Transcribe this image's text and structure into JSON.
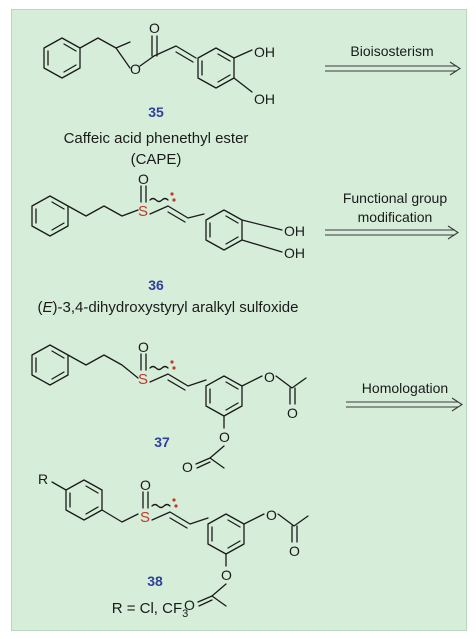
{
  "steps": [
    {
      "label": "Bioisosterism"
    },
    {
      "label_line1": "Functional group",
      "label_line2": "modification"
    },
    {
      "label": "Homologation"
    }
  ],
  "compounds": [
    {
      "number": "35",
      "name_line1": "Caffeic acid phenethyl ester",
      "name_line2": "(CAPE)"
    },
    {
      "number": "36",
      "name_prefix": "(",
      "name_italic": "E",
      "name_rest": ")-3,4-dihydroxystyryl aralkyl sulfoxide"
    },
    {
      "number": "37"
    },
    {
      "number": "38",
      "substituent_note": "R = Cl, CF",
      "substituent_sub": "3"
    }
  ],
  "atoms": {
    "oxygen": "O",
    "sulfur": "S",
    "hydroxyl": "OH",
    "r_group": "R"
  },
  "colors": {
    "background": "#d6eed9",
    "compound_number": "#2f3f9a",
    "sulfur": "#c0392b"
  }
}
